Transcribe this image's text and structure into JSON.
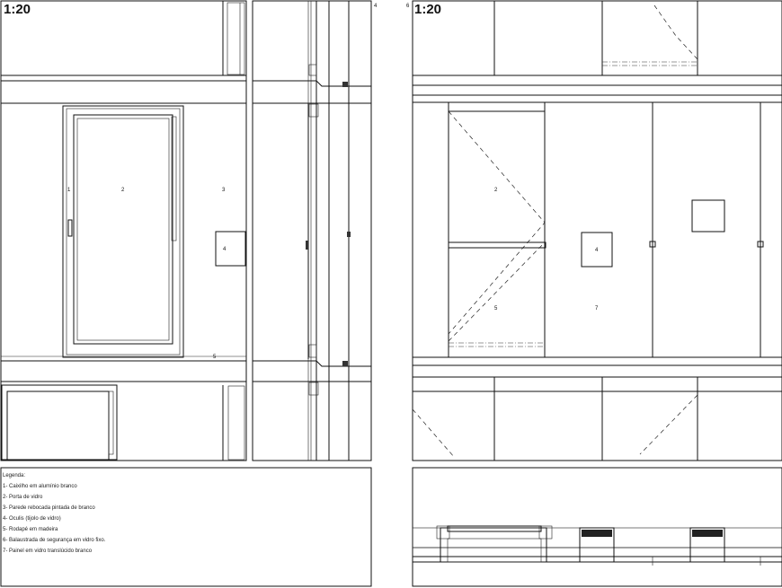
{
  "left_panel": {
    "scale": "1:20",
    "labels": [
      "1",
      "2",
      "3",
      "4",
      "5"
    ]
  },
  "section_panel": {
    "number": "4"
  },
  "right_panel": {
    "number": "6",
    "scale": "1:20",
    "labels": [
      "2",
      "4",
      "5",
      "7"
    ]
  },
  "legend": {
    "title": "Legenda:",
    "items": [
      "1- Caixilho em alumínio branco",
      "2- Porta de vidro",
      "3- Parede rebocada pintada de branco",
      "4- Oculis (tijolo de vidro)",
      "5- Rodapé em madeira",
      "6- Balaustrada de segurança em vidro fixo.",
      "7- Painel em vidro translúcido branco"
    ]
  }
}
